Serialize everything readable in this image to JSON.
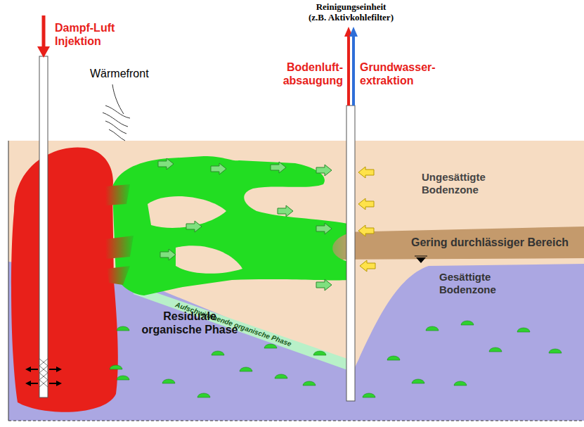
{
  "diagram": {
    "labels": [
      "Reinigungseinheit (z.B. Aktivkohlefilter)",
      "Dampf-Luft Injektion",
      "Wärmefront",
      "Bodenluft- absaugung",
      "Grundwasser- extraktion",
      "Ungesättigte Bodenzone",
      "Gering durchlässiger Bereich",
      "Aufschwimmende organische Phase",
      "Gesättigte Bodenzone",
      "Residuale organische Phase"
    ]
  }
}
